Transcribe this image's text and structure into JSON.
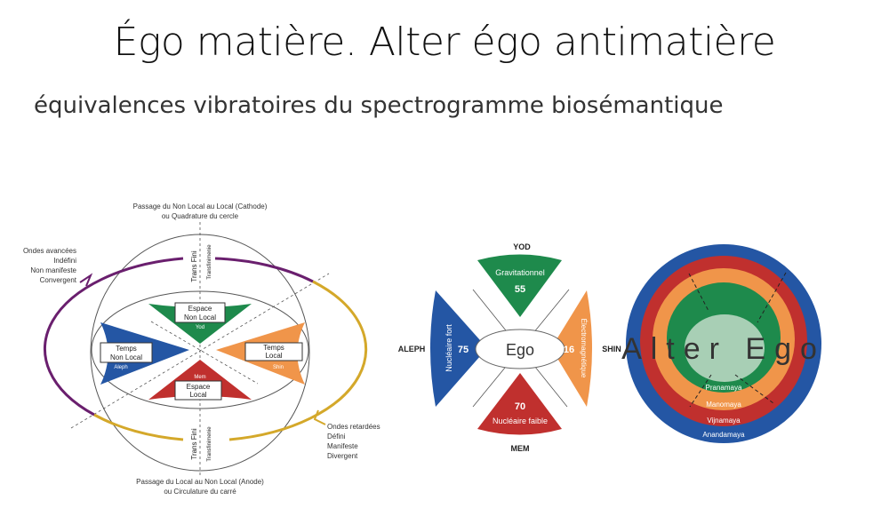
{
  "title": "Égo matière. Alter égo antimatière",
  "subtitle": "équivalences vibratoires du spectrogramme biosémantique",
  "left_diagram": {
    "top_label": [
      "Passage du Non Local au Local (Cathode)",
      "ou Quadrature du cercle"
    ],
    "bottom_label": [
      "Passage du Local au Non Local (Anode)",
      "ou Circulature du carré"
    ],
    "left_label": [
      "Ondes avancées",
      "Indéfini",
      "Non manifeste",
      "Convergent"
    ],
    "right_label": [
      "Ondes retardées",
      "Défini",
      "Manifeste",
      "Divergent"
    ],
    "axis_labels": {
      "trans_fini": "Trans Fini",
      "transfinimenie": "Transfinimenie"
    },
    "quadrants": {
      "top": {
        "box": [
          "Espace",
          "Non Local"
        ],
        "letter": "Yod",
        "color": "#1e8a4c"
      },
      "left": {
        "box": [
          "Temps",
          "Non Local"
        ],
        "letter": "Aleph",
        "color": "#2456a4"
      },
      "right": {
        "box": [
          "Temps",
          "Local"
        ],
        "letter": "Shin",
        "color": "#f0954a"
      },
      "bottom": {
        "box": [
          "Espace",
          "Local"
        ],
        "letter": "Mem",
        "color": "#c0302e"
      }
    },
    "wave_colors": {
      "advanced": "#6a1f6e",
      "retarded": "#d4a82a"
    }
  },
  "middle_diagram": {
    "center": "Ego",
    "top": {
      "letter": "YOD",
      "force": "Gravitationnel",
      "value": "55"
    },
    "left": {
      "letter": "ALEPH",
      "force": "Nucléaire fort",
      "value": "75"
    },
    "right": {
      "letter": "SHIN",
      "force": "Électromagnétique",
      "value": "16"
    },
    "bottom": {
      "letter": "MEM",
      "force": "Nucléaire faible",
      "value": "70"
    }
  },
  "right_diagram": {
    "center": "Alter Ego",
    "rings": [
      "Pranamaya",
      "Manomaya",
      "Vijnamaya",
      "Anandamaya"
    ],
    "colors": [
      "#1e8a4c",
      "#f0954a",
      "#c0302e",
      "#2456a4"
    ]
  }
}
